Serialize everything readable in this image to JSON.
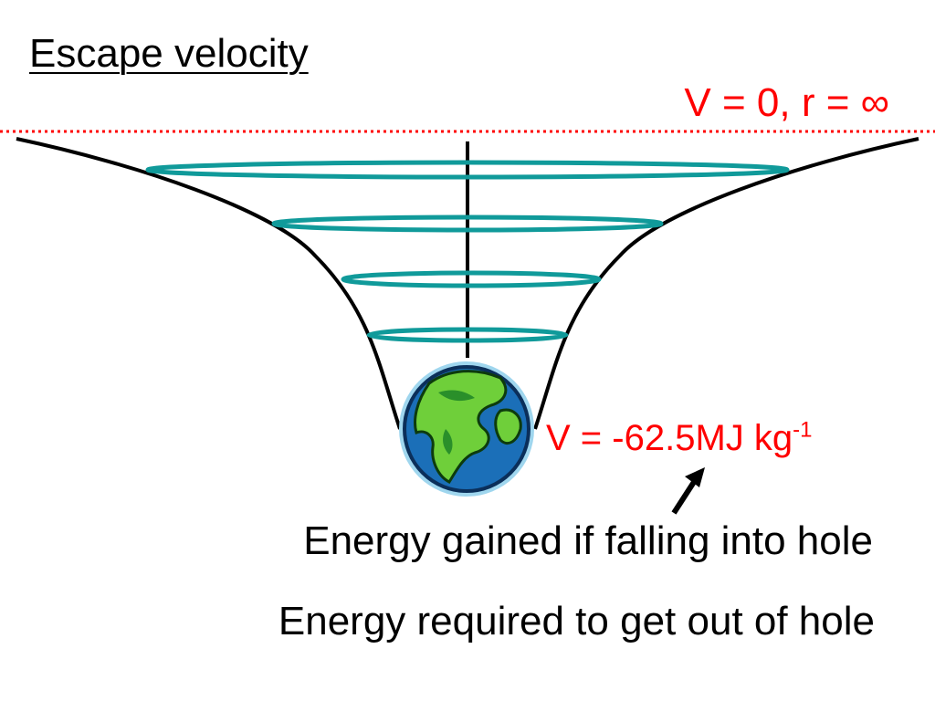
{
  "title": "Escape velocity",
  "top_label": "V = 0, r = ∞",
  "potential_label": {
    "text": "V = -62.5MJ kg",
    "superscript": "-1"
  },
  "energy_gained": "Energy gained if falling into hole",
  "energy_required": "Energy required to get out of hole",
  "colors": {
    "accent": "#ff0000",
    "rings": "#109a9a",
    "curve": "#000000"
  },
  "icons": [
    "earth-icon",
    "arrow-icon"
  ]
}
